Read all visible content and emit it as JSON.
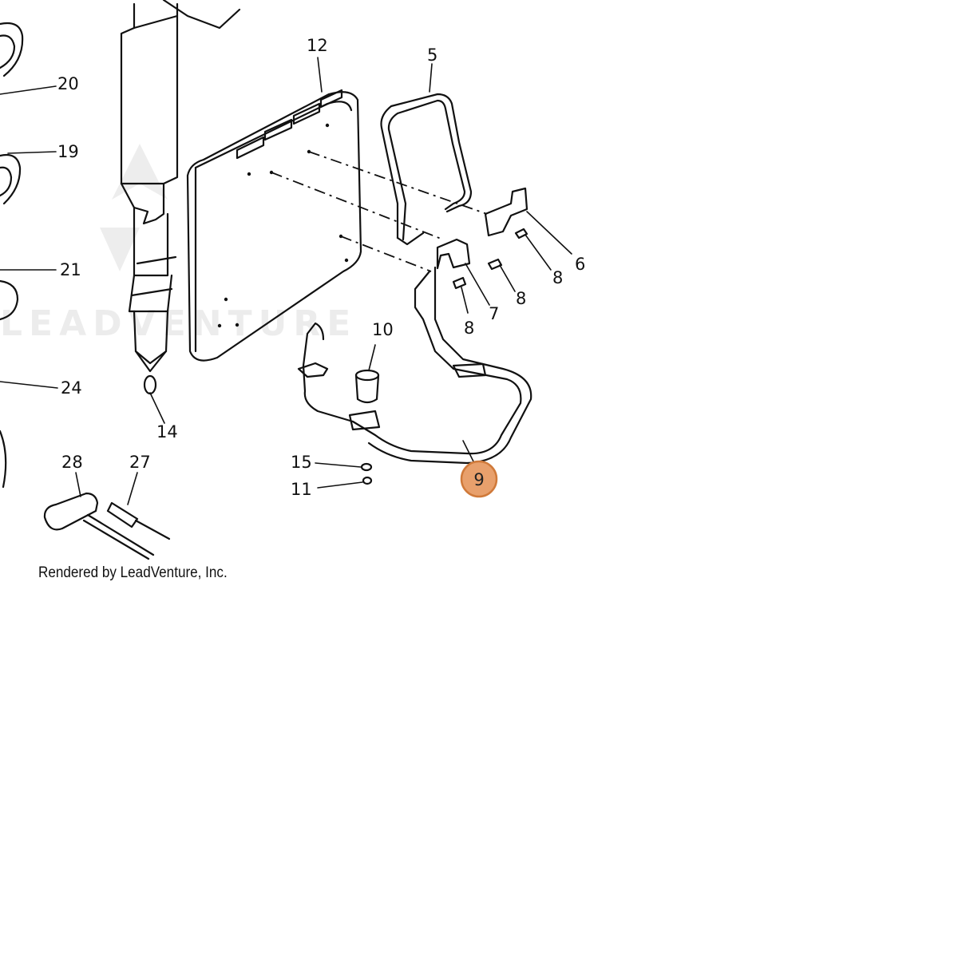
{
  "diagram": {
    "credit": "Rendered by LeadVenture, Inc.",
    "watermark": "LEADVENTURE",
    "highlight_color": "#e8a06c",
    "highlight_stroke": "#d07a3a",
    "callouts": [
      {
        "id": "20",
        "label": "20"
      },
      {
        "id": "19",
        "label": "19"
      },
      {
        "id": "21",
        "label": "21"
      },
      {
        "id": "24",
        "label": "24"
      },
      {
        "id": "12",
        "label": "12"
      },
      {
        "id": "5",
        "label": "5"
      },
      {
        "id": "6",
        "label": "6"
      },
      {
        "id": "8a",
        "label": "8"
      },
      {
        "id": "8b",
        "label": "8"
      },
      {
        "id": "8c",
        "label": "8"
      },
      {
        "id": "7",
        "label": "7"
      },
      {
        "id": "10",
        "label": "10"
      },
      {
        "id": "14",
        "label": "14"
      },
      {
        "id": "15",
        "label": "15"
      },
      {
        "id": "11",
        "label": "11"
      },
      {
        "id": "28",
        "label": "28"
      },
      {
        "id": "27",
        "label": "27"
      },
      {
        "id": "9",
        "label": "9",
        "highlighted": true
      }
    ]
  }
}
